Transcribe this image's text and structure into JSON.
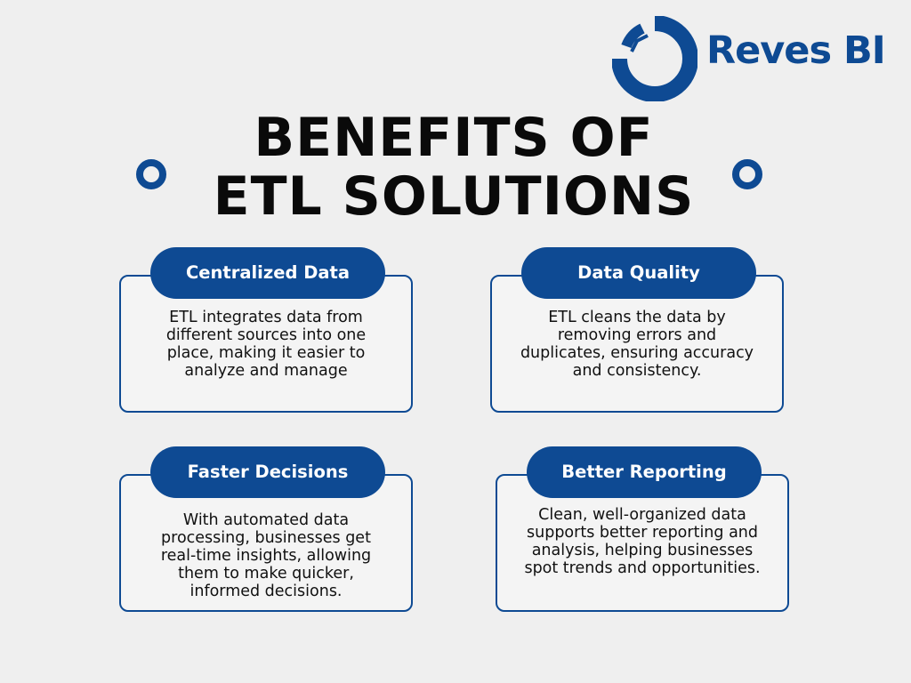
{
  "logo": {
    "text": "Reves BI",
    "icon": "donut-chart-logo-icon",
    "color": "#0e4a93"
  },
  "title": {
    "line1": "BENEFITS OF",
    "line2": "ETL SOLUTIONS"
  },
  "decorations": {
    "left_ring": "ring-icon",
    "right_ring": "ring-icon"
  },
  "cards": [
    {
      "heading": "Centralized Data",
      "body": "ETL integrates data from different sources into one place, making it easier to analyze and manage"
    },
    {
      "heading": "Data Quality",
      "body": "ETL cleans the data by removing errors and duplicates, ensuring accuracy and consistency."
    },
    {
      "heading": "Faster Decisions",
      "body": "With automated data processing, businesses get real-time insights, allowing them to make quicker, informed decisions."
    },
    {
      "heading": "Better Reporting",
      "body": "Clean, well-organized data supports better reporting and analysis, helping businesses spot trends and opportunities."
    }
  ],
  "colors": {
    "accent": "#0e4a93",
    "background": "#efefef",
    "text": "#0a0a0a"
  }
}
